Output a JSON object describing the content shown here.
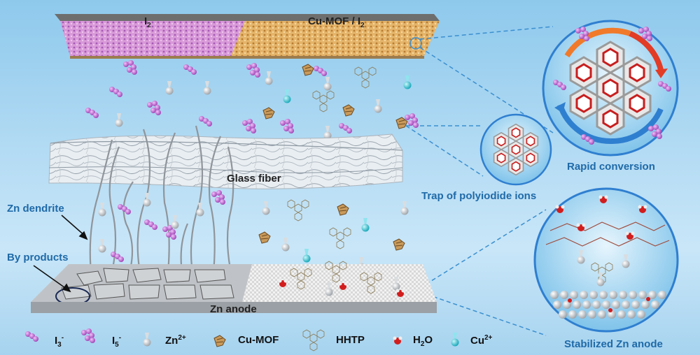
{
  "labels": {
    "top_left_material": "I",
    "top_left_material_sub": "2",
    "top_right_material": "Cu-MOF / I",
    "top_right_material_sub": "2",
    "glass_fiber": "Glass fiber",
    "zn_anode": "Zn anode",
    "zn_dendrite": "Zn dendrite",
    "by_products": "By products",
    "rapid_conversion": "Rapid conversion",
    "trap": "Trap of polyiodide ions",
    "stabilized": "Stabilized Zn anode"
  },
  "legend": [
    {
      "icon": "i3-molecule-icon",
      "text": "I",
      "sub": "3",
      "sup": "-"
    },
    {
      "icon": "i5-molecule-icon",
      "text": "I",
      "sub": "5",
      "sup": "-"
    },
    {
      "icon": "zn-ion-icon",
      "text": "Zn",
      "sub": "",
      "sup": "2+"
    },
    {
      "icon": "cu-mof-icon",
      "text": "Cu-MOF",
      "sub": "",
      "sup": ""
    },
    {
      "icon": "hhtp-icon",
      "text": "HHTP",
      "sub": "",
      "sup": ""
    },
    {
      "icon": "water-icon",
      "text": "H",
      "sub": "2",
      "sup": "",
      "tail": "O"
    },
    {
      "icon": "cu-ion-icon",
      "text": "Cu",
      "sub": "",
      "sup": "2+"
    }
  ],
  "colors": {
    "iodine": "#c266d6",
    "cu_ion": "#19b8c8",
    "label_blue": "#1f6aa8",
    "arrow_orange": "#f07a2a",
    "arrow_blue": "#2f7fd0"
  }
}
